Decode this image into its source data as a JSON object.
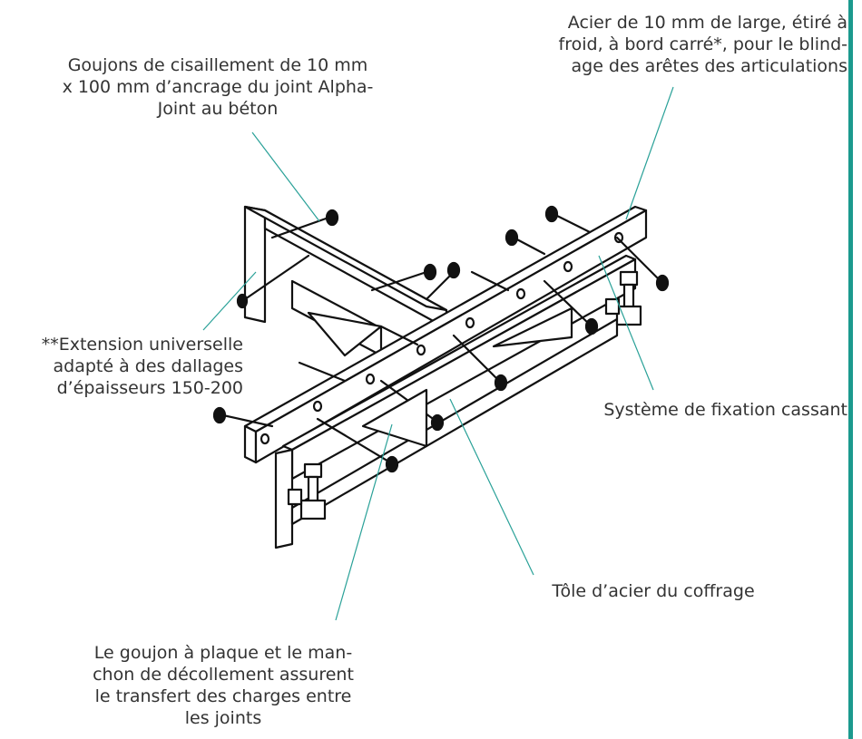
{
  "labels": {
    "studs": "Goujons de cisaillement de 10 mm\nx 100 mm d’ancrage du joint Alpha-\nJoint au béton",
    "edge_steel": "Acier de 10 mm de large, étiré à\nfroid, à bord carré*, pour le blind-\nage des arêtes des articulations",
    "extension": "**Extension universelle\nadapté à des dallages\nd’épaisseurs 150-200",
    "fixation": "Système de fixation cassant",
    "formwork": "Tôle d’acier du coffrage",
    "dowel": "Le goujon à plaque et le man-\nchon de décollement assurent\nle transfert des charges entre\nles joints"
  },
  "colors": {
    "leader_line": "#2aa198",
    "drawing_stroke": "#111111",
    "text": "#333333",
    "edge_accent": "#1b9a8e"
  }
}
